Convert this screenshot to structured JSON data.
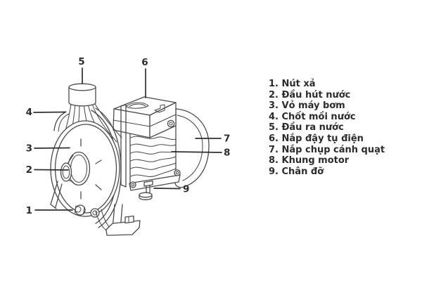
{
  "legend": {
    "items": [
      {
        "num": "1",
        "name": "Nút xả",
        "legend": "1. Nút xả"
      },
      {
        "num": "2",
        "name": "Đầu hút nước",
        "legend": "2. Đầu hút nước"
      },
      {
        "num": "3",
        "name": "Vỏ máy bơm",
        "legend": "3. Vỏ máy bơm"
      },
      {
        "num": "4",
        "name": "Chốt mồi nước",
        "legend": "4. Chốt mồi nước"
      },
      {
        "num": "5",
        "name": "Đầu ra nước",
        "legend": "5. Đầu ra nước"
      },
      {
        "num": "6",
        "name": "Nắp đậy tụ điện",
        "legend": "6. Nắp đậy tụ điện"
      },
      {
        "num": "7",
        "name": "Nắp chụp cánh quạt",
        "legend": "7. Nắp chụp cánh quạt"
      },
      {
        "num": "8",
        "name": "Khung motor",
        "legend": "8. Khung motor"
      },
      {
        "num": "9",
        "name": "Chân đỡ",
        "legend": "9. Chân đỡ"
      }
    ]
  },
  "colors": {
    "line": "#4a4a4a",
    "label": "#2c2c2c",
    "background": "#ffffff"
  }
}
